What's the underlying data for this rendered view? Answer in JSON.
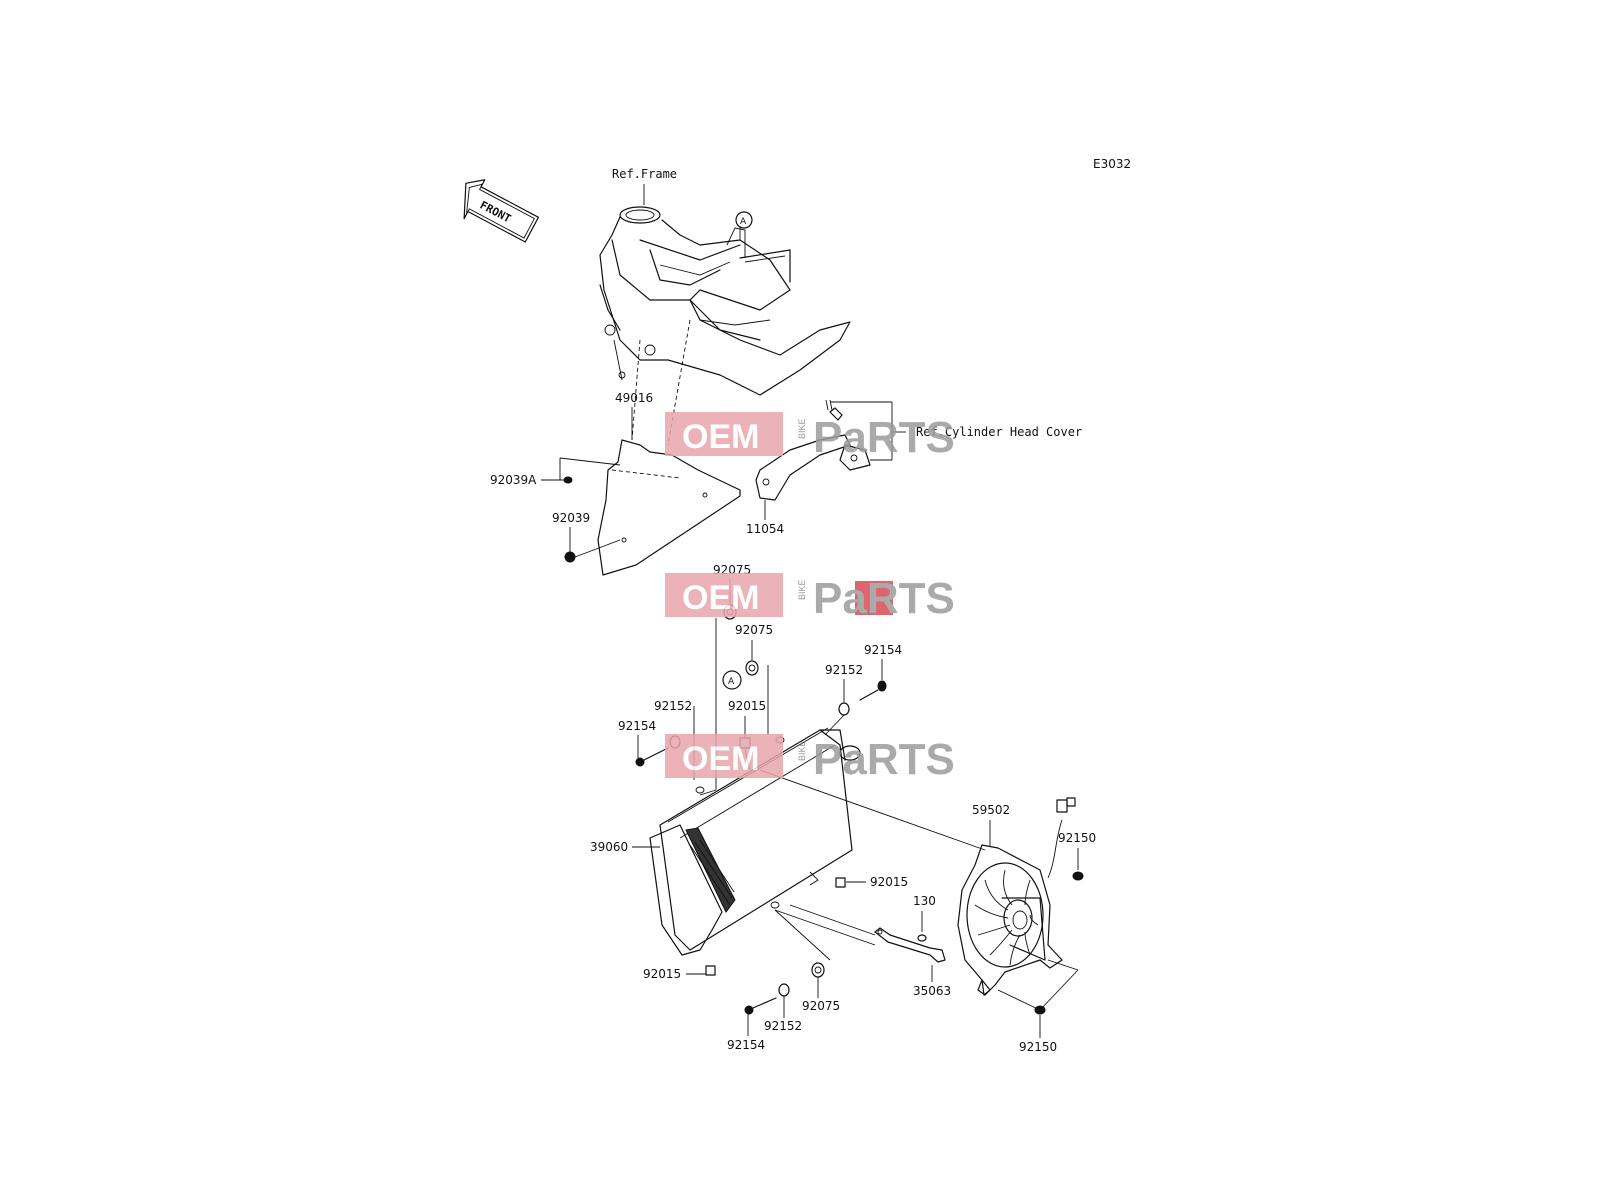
{
  "diagram_id": "E3032",
  "front_label": "FRONT",
  "circle_ref": "A",
  "refs": {
    "frame": "Ref.Frame",
    "cylinder_head_cover": "Ref.Cylinder Head Cover"
  },
  "parts": {
    "p49016": "49016",
    "p92039a": "92039A",
    "p92039": "92039",
    "p11054": "11054",
    "p92075": "92075",
    "p92154": "92154",
    "p92152": "92152",
    "p92015": "92015",
    "p39060": "39060",
    "p59502": "59502",
    "p92150": "92150",
    "p130": "130",
    "p35063": "35063"
  },
  "watermark": {
    "oem": "OEM",
    "bike": "BIKE",
    "parts": "PaRTS"
  },
  "colors": {
    "watermark_red": "#e8a6ab",
    "watermark_accent": "#d94a55",
    "watermark_gray": "#9c9c9c",
    "line": "#111111"
  }
}
